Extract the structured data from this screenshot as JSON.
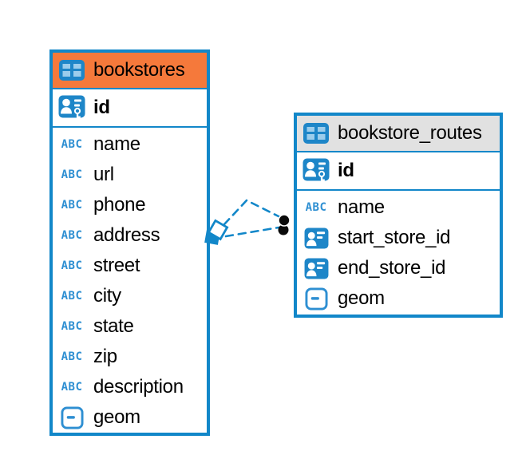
{
  "diagram": {
    "tables": [
      {
        "name": "bookstores",
        "header_color": "#F5793B",
        "primary_key": {
          "label": "id",
          "type": "primary-key"
        },
        "fields": [
          {
            "label": "name",
            "type": "text"
          },
          {
            "label": "url",
            "type": "text"
          },
          {
            "label": "phone",
            "type": "text"
          },
          {
            "label": "address",
            "type": "text"
          },
          {
            "label": "street",
            "type": "text"
          },
          {
            "label": "city",
            "type": "text"
          },
          {
            "label": "state",
            "type": "text"
          },
          {
            "label": "zip",
            "type": "text"
          },
          {
            "label": "description",
            "type": "text"
          },
          {
            "label": "geom",
            "type": "geometry"
          }
        ]
      },
      {
        "name": "bookstore_routes",
        "header_color": "#E1E1E1",
        "primary_key": {
          "label": "id",
          "type": "primary-key"
        },
        "fields": [
          {
            "label": "name",
            "type": "text"
          },
          {
            "label": "start_store_id",
            "type": "reference"
          },
          {
            "label": "end_store_id",
            "type": "reference"
          },
          {
            "label": "geom",
            "type": "geometry"
          }
        ]
      }
    ],
    "relationship": {
      "style": "dashed",
      "line_count": 2,
      "from_table": "bookstores",
      "to_table": "bookstore_routes"
    },
    "icon_glyphs": {
      "text": "ABC"
    },
    "colors": {
      "accent_blue": "#1287C9",
      "icon_blue": "#2E8FD2",
      "orange_header": "#F5793B",
      "gray_header": "#E1E1E1",
      "text": "#000000",
      "link_endpoint_dot": "#0A0A0A",
      "background": "#FFFFFF"
    }
  }
}
